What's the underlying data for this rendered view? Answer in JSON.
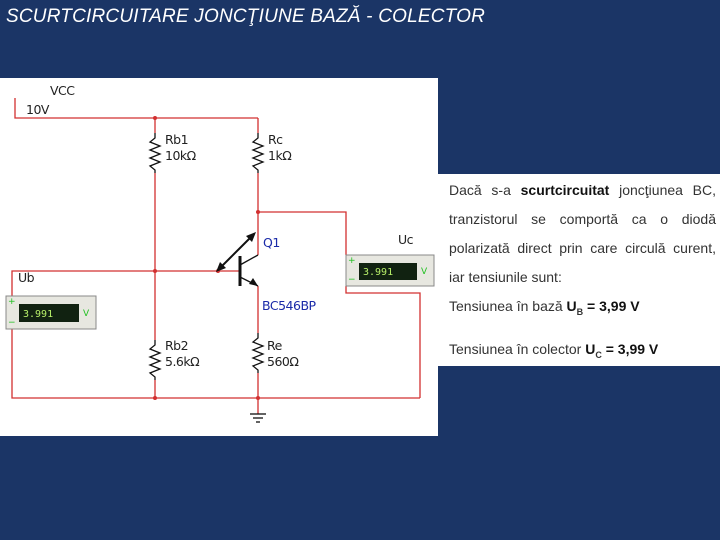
{
  "title": "SCURTCIRCUITARE JONCŢIUNE BAZĂ - COLECTOR",
  "circuit": {
    "vcc_name": "VCC",
    "vcc_value": "10V",
    "rb1_name": "Rb1",
    "rb1_value": "10kΩ",
    "rc_name": "Rc",
    "rc_value": "1kΩ",
    "q_name": "Q1",
    "q_model": "BC546BP",
    "rb2_name": "Rb2",
    "rb2_value": "5.6kΩ",
    "re_name": "Re",
    "re_value": "560Ω",
    "ub_label": "Ub",
    "uc_label": "Uc",
    "meter_ub": {
      "reading": "3.991",
      "unit": "V",
      "plus": "+",
      "minus": "−"
    },
    "meter_uc": {
      "reading": "3.991",
      "unit": "V",
      "plus": "+",
      "minus": "−"
    }
  },
  "explanation": {
    "p1": "Dacă s-a",
    "p1_bold": "scurtcircuitat",
    "p2": "joncţiunea BC, tranzistorul se comportă ca o diodă polarizată direct prin care circulă curent, iar tensiunile sunt:",
    "ub_prefix": "Tensiunea în bază",
    "ub_sym": "U",
    "ub_sub": "B",
    "ub_value": "= 3,99 V",
    "uc_prefix": "Tensiunea în colector",
    "uc_sym": "U",
    "uc_sub": "C",
    "uc_value": "= 3,99 V"
  },
  "colors": {
    "background": "#1b3566",
    "wire": "#d23030",
    "component": "#111111",
    "meter_reading": "#b8f06a",
    "meter_green": "#21c021"
  }
}
